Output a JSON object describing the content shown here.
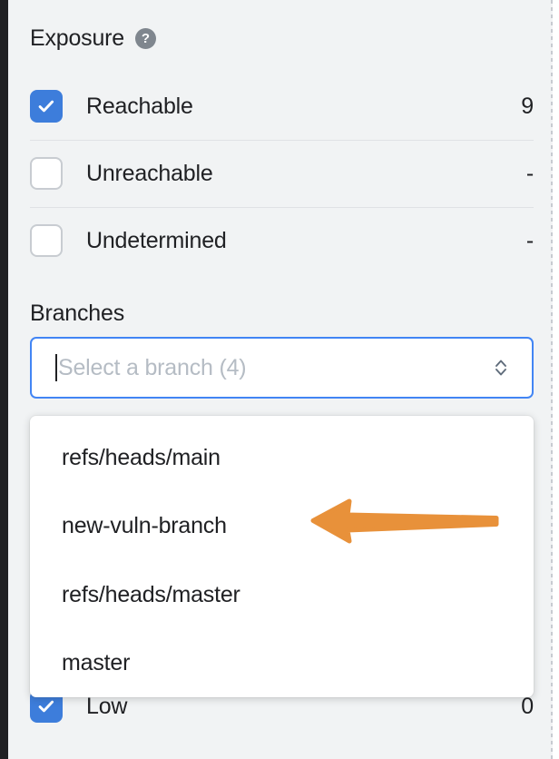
{
  "panel": {
    "section": {
      "title": "Exposure",
      "help_icon": "help-circle-icon",
      "help_glyph": "?"
    },
    "filters": [
      {
        "label": "Reachable",
        "count": "9",
        "checked": true
      },
      {
        "label": "Unreachable",
        "count": "-",
        "checked": false
      },
      {
        "label": "Undetermined",
        "count": "-",
        "checked": false
      }
    ],
    "branches": {
      "label": "Branches",
      "placeholder": "Select a branch (4)",
      "value": "",
      "selector_icon": "chevron-up-down-icon",
      "options": [
        "refs/heads/main",
        "new-vuln-branch",
        "refs/heads/master",
        "master"
      ]
    },
    "occluded_row": {
      "label": "Low",
      "count": "0",
      "checked": true
    }
  },
  "annotation": {
    "arrow_icon": "left-arrow-annotation",
    "points_to": "new-vuln-branch",
    "color": "#e8913a"
  },
  "colors": {
    "background": "#f1f3f4",
    "accent_blue": "#4285f4",
    "checkbox_blue": "#3d7ddb",
    "text": "#202124",
    "placeholder": "#b5bcc4",
    "divider": "#dfe1e5",
    "help_gray": "#7f868e",
    "rail_dark": "#202124",
    "annotation_orange": "#e8913a"
  }
}
